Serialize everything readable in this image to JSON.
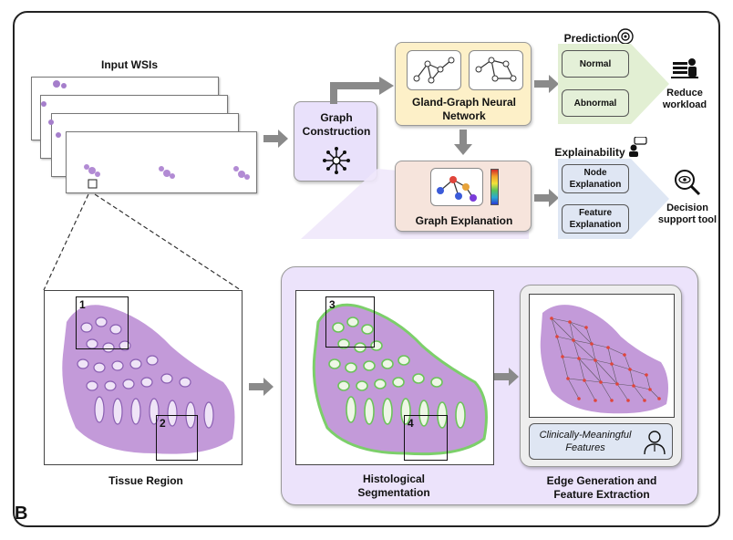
{
  "panel_letter": "B",
  "input_wsis": "Input WSIs",
  "graph_construction": "Graph Construction",
  "gnn_label": "Gland-Graph Neural Network",
  "graph_explanation": "Graph Explanation",
  "prediction": {
    "title": "Prediction",
    "normal": "Normal",
    "abnormal": "Abnormal",
    "outcome": "Reduce workload"
  },
  "explainability": {
    "title": "Explainability",
    "node": "Node Explanation",
    "feature": "Feature Explanation",
    "outcome": "Decision support tool"
  },
  "tissue_region": "Tissue Region",
  "histological_segmentation": "Histological Segmentation",
  "edge_generation": "Edge Generation and Feature Extraction",
  "clinical_features": "Clinically-Meaningful Features",
  "roi_numbers": [
    "1",
    "2",
    "3",
    "4"
  ],
  "colors": {
    "gnn_box": "#fdf0c8",
    "explain_box": "#f6e4dc",
    "graph_box": "#e9e1fb",
    "panel_bg": "#ece3fb",
    "pred_box": "#e4f0d8",
    "expl_box": "#dfe6f3"
  }
}
